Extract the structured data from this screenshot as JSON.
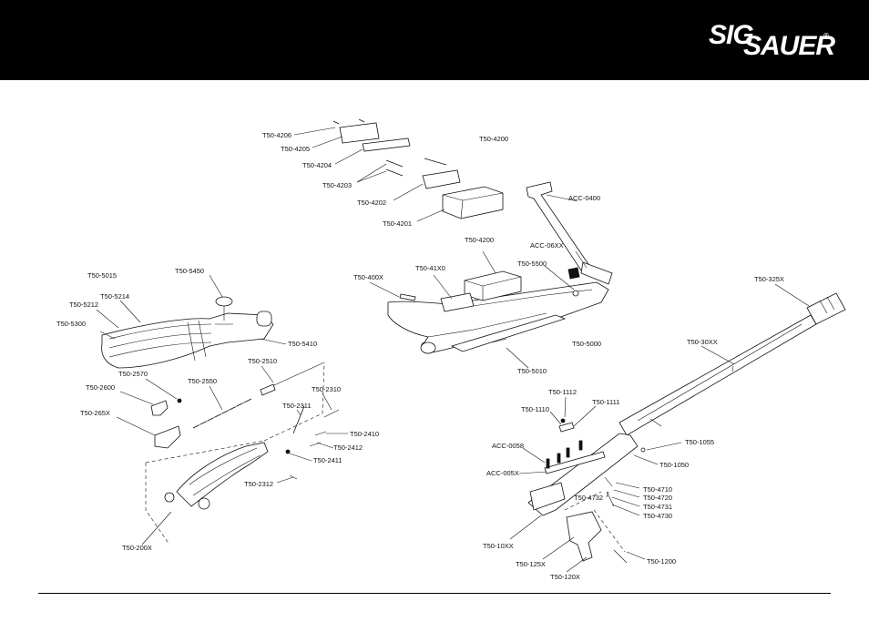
{
  "brand": {
    "logo_text_1": "SIG",
    "logo_text_2": "SAUER",
    "logo_mark": "®"
  },
  "colors": {
    "header": "#000000",
    "background": "#ffffff",
    "line": "#111111"
  },
  "labels": {
    "t50_4206": "T50-4206",
    "t50_4205": "T50-4205",
    "t50_4204": "T50-4204",
    "t50_4203": "T50-4203",
    "t50_4202": "T50-4202",
    "t50_4201": "T50-4201",
    "t50_4200_top": "T50-4200",
    "acc_0400": "ACC-0400",
    "acc_06xx": "ACC-06XX",
    "t50_4200_mid": "T50-4200",
    "t50_5500": "T50-5500",
    "t50_41x0": "T50-41X0",
    "t50_400x": "T50-400X",
    "t50_5000": "T50-5000",
    "t50_5010": "T50-5010",
    "t50_5015": "T50-5015",
    "t50_5450": "T50-5450",
    "t50_5214": "T50-5214",
    "t50_5212": "T50-5212",
    "t50_5300": "T50-5300",
    "t50_5410": "T50-5410",
    "t50_2510": "T50-2510",
    "t50_2570": "T50-2570",
    "t50_2550": "T50-2550",
    "t50_2600": "T50-2600",
    "t50_265x": "T50-265X",
    "t50_2310": "T50-2310",
    "t50_2311": "T50-2311",
    "t50_2410": "T50-2410",
    "t50_2412": "T50-2412",
    "t50_2411": "T50-2411",
    "t50_2312": "T50-2312",
    "t50_200x": "T50-200X",
    "t50_325x": "T50-325X",
    "t50_30xx": "T50-30XX",
    "t50_1112": "T50-1112",
    "t50_1110": "T50-1110",
    "t50_1111": "T50-1111",
    "acc_0058": "ACC-0058",
    "acc_005x": "ACC-005X",
    "t50_1055": "T50-1055",
    "t50_1050": "T50-1050",
    "t50_4710": "T50-4710",
    "t50_4720": "T50-4720",
    "t50_4732": "T50-4732",
    "t50_4731": "T50-4731",
    "t50_4730": "T50-4730",
    "t50_10xx": "T50-10XX",
    "t50_125x": "T50-125X",
    "t50_1200": "T50-1200",
    "t50_120x": "T50-120X"
  }
}
